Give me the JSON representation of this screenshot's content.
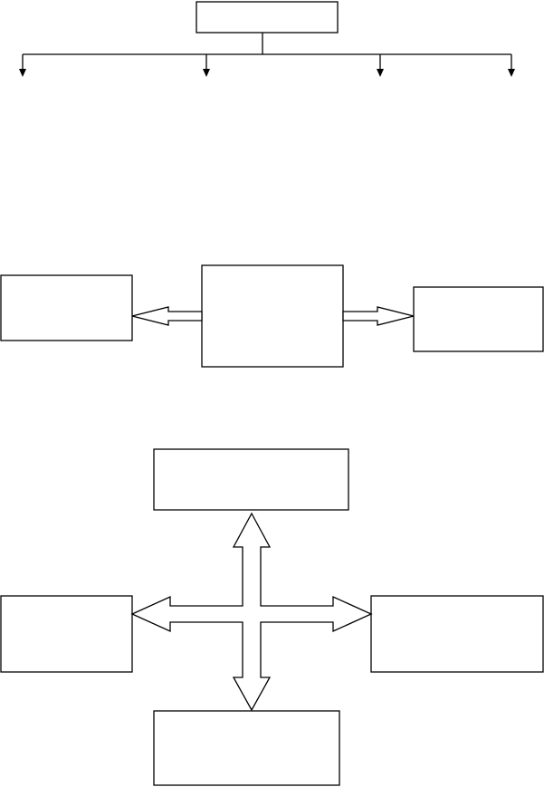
{
  "diagram": {
    "colors": {
      "stroke": "#000000",
      "background": "#ffffff"
    },
    "sections": [
      {
        "name": "hierarchy",
        "nodes": [
          "root-box"
        ],
        "branch_count": 4,
        "arrow_style": "thin-solid-head"
      },
      {
        "name": "center-bidirectional",
        "nodes": [
          "center-box",
          "left-box",
          "right-box"
        ],
        "arrow_style": "hollow-block"
      },
      {
        "name": "four-way-cross",
        "nodes": [
          "top-box",
          "left-box",
          "right-box",
          "bottom-box"
        ],
        "arrow_style": "hollow-block-cross"
      }
    ]
  }
}
